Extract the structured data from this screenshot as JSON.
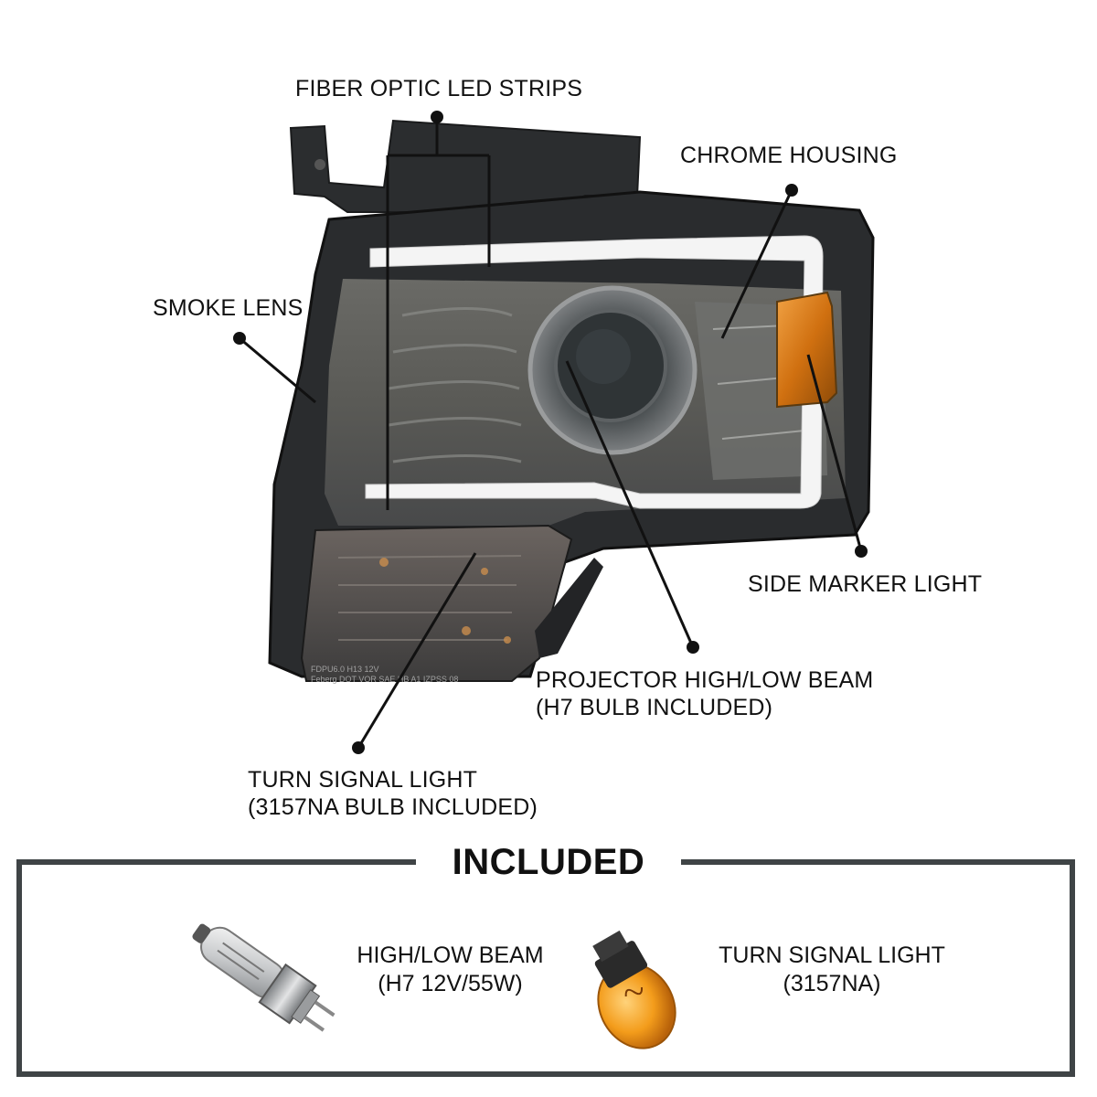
{
  "callouts": {
    "fiber_optic": "FIBER OPTIC LED STRIPS",
    "chrome_housing": "CHROME HOUSING",
    "smoke_lens": "SMOKE LENS",
    "side_marker": "SIDE MARKER LIGHT",
    "projector_line1": "PROJECTOR HIGH/LOW BEAM",
    "projector_line2": "(H7 BULB INCLUDED)",
    "turn_signal_line1": "TURN SIGNAL LIGHT",
    "turn_signal_line2": "(3157NA BULB INCLUDED)"
  },
  "lens_text": {
    "line1": "FDPU6.0 H13 12V",
    "line2": "Feberg DOT VOR SAE HB A1 IZPSS 08"
  },
  "included": {
    "title": "INCLUDED",
    "h7": {
      "line1": "HIGH/LOW BEAM",
      "line2": "(H7 12V/55W)"
    },
    "turn": {
      "line1": "TURN SIGNAL LIGHT",
      "line2": "(3157NA)"
    }
  },
  "colors": {
    "housing_dark": "#2a2c2e",
    "smoke": "#5e5f5c",
    "amber": "#d77a16",
    "frame": "#3f4446"
  }
}
